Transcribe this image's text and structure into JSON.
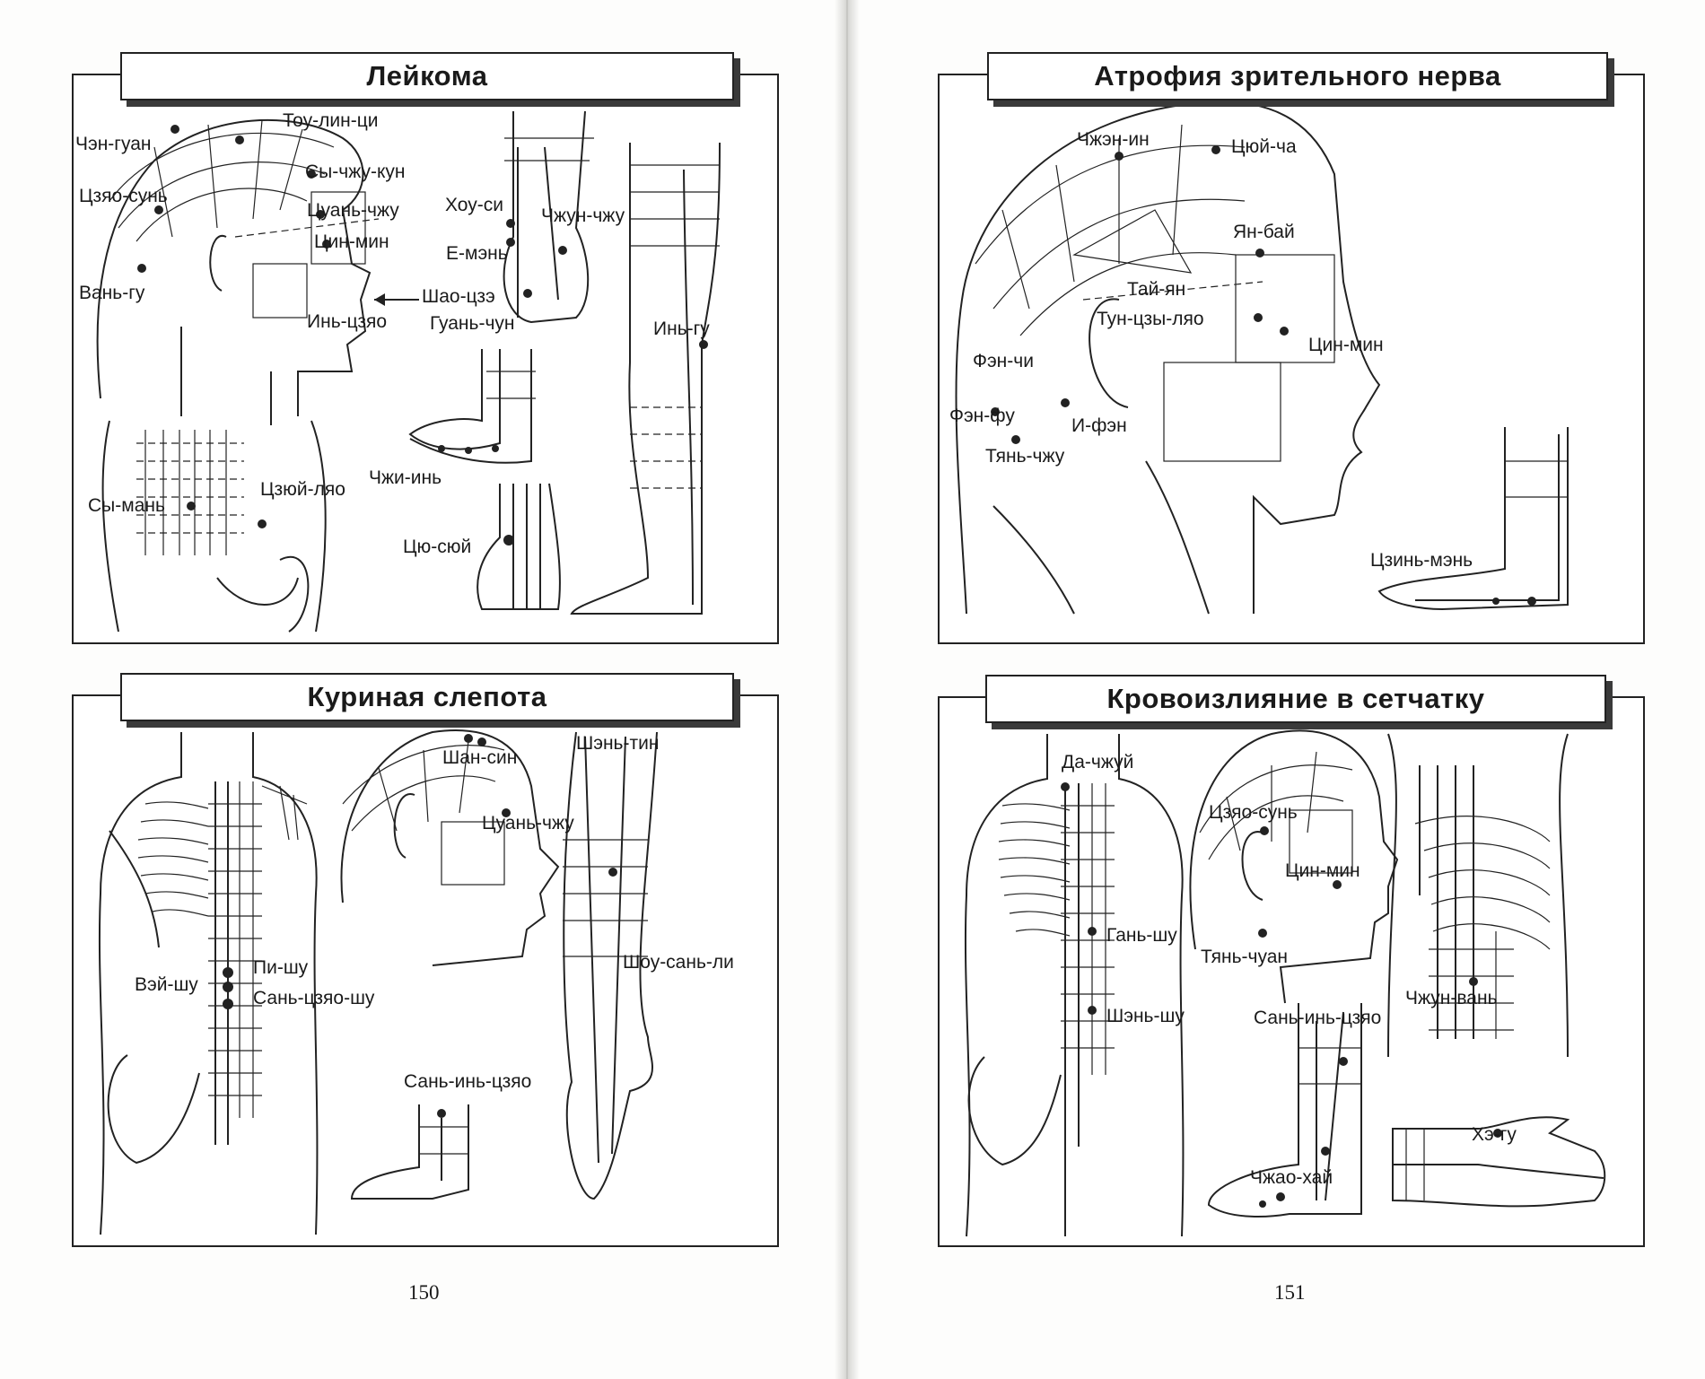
{
  "pages": [
    {
      "number": "150",
      "panels": [
        {
          "title": "Лейкома",
          "labels": [
            "Тоу-лин-ци",
            "Чэн-гуан",
            "Сы-чжу-кун",
            "Цзяо-сунь",
            "Цуань-чжу",
            "Цин-мин",
            "Вань-гу",
            "Инь-цзяо",
            "Хоу-си",
            "Чжун-чжу",
            "Е-мэнь",
            "Шао-цзэ",
            "Гуань-чун",
            "Инь-гу",
            "Сы-мань",
            "Цзюй-ляо",
            "Чжи-инь",
            "Цю-сюй"
          ]
        },
        {
          "title": "Куриная слепота",
          "labels": [
            "Шэнь-тин",
            "Шан-син",
            "Цуань-чжу",
            "Пи-шу",
            "Вэй-шу",
            "Сань-цзяо-шу",
            "Шоу-сань-ли",
            "Сань-инь-цзяо"
          ]
        }
      ]
    },
    {
      "number": "151",
      "panels": [
        {
          "title": "Атрофия зрительного нерва",
          "labels": [
            "Чжэн-ин",
            "Цюй-ча",
            "Ян-бай",
            "Тай-ян",
            "Тун-цзы-ляо",
            "Цин-мин",
            "Фэн-чи",
            "Фэн-фу",
            "И-фэн",
            "Тянь-чжу",
            "Цзинь-мэнь"
          ]
        },
        {
          "title": "Кровоизлияние в сетчатку",
          "labels": [
            "Да-чжуй",
            "Цзяо-сунь",
            "Цин-мин",
            "Гань-шу",
            "Тянь-чуан",
            "Шэнь-шу",
            "Сань-инь-цзяо",
            "Чжун-вань",
            "Хэ-гу",
            "Чжао-хай"
          ]
        }
      ]
    }
  ]
}
